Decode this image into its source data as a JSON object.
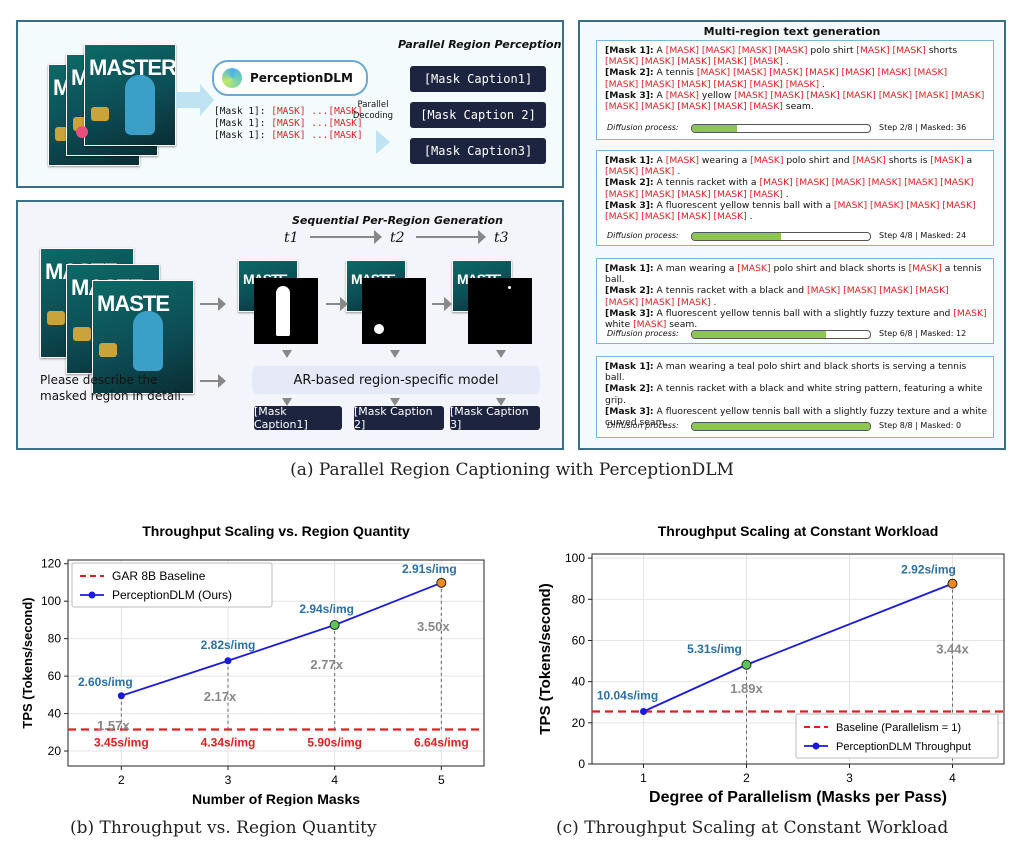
{
  "fig_a": {
    "top": {
      "title": "Parallel Region Perception",
      "model_name": "PerceptionDLM",
      "mask_lines": [
        {
          "label": "[Mask 1]:",
          "masks": "[MASK] ...[MASK]"
        },
        {
          "label": "[Mask 1]:",
          "masks": "[MASK] ...[MASK]"
        },
        {
          "label": "[Mask 1]:",
          "masks": "[MASK] ...[MASK]"
        }
      ],
      "parallel_label": "Parallel Decoding",
      "outputs": [
        "[Mask Caption1]",
        "[Mask Caption 2]",
        "[Mask Caption3]"
      ]
    },
    "bottom": {
      "title": "Sequential Per-Region Generation",
      "timesteps": [
        "t1",
        "t2",
        "t3"
      ],
      "prompt": "Please describe the masked region in detail.",
      "model": "AR-based region-specific model",
      "outputs": [
        "[Mask Caption1]",
        "[Mask Caption 2]",
        "[Mask Caption 3]"
      ]
    },
    "right": {
      "title": "Multi-region text generation",
      "diffusion_label": "Diffusion process:",
      "steps": [
        {
          "status": "Step 2/8 | Masked: 36",
          "progress": 0.25,
          "lines": [
            [
              [
                "b",
                "[Mask 1]:"
              ],
              [
                "t",
                " A "
              ],
              [
                "r",
                "[MASK] [MASK] [MASK] [MASK]"
              ],
              [
                "t",
                " polo shirt "
              ],
              [
                "r",
                "[MASK] [MASK]"
              ],
              [
                "t",
                " shorts"
              ]
            ],
            [
              [
                "r",
                "[MASK] [MASK] [MASK] [MASK] [MASK]"
              ],
              [
                "t",
                " ."
              ]
            ],
            [
              [
                "b",
                "[Mask 2]:"
              ],
              [
                "t",
                " A tennis "
              ],
              [
                "r",
                "[MASK] [MASK] [MASK] [MASK] [MASK] [MASK] [MASK]"
              ]
            ],
            [
              [
                "r",
                "[MASK] [MASK] [MASK] [MASK] [MASK] [MASK]"
              ],
              [
                "t",
                " ."
              ]
            ],
            [
              [
                "b",
                "[Mask 3]:"
              ],
              [
                "t",
                " A "
              ],
              [
                "r",
                "[MASK]"
              ],
              [
                "t",
                " yellow "
              ],
              [
                "r",
                "[MASK] [MASK] [MASK] [MASK] [MASK] [MASK] [MASK]"
              ]
            ],
            [
              [
                "r",
                "[MASK] [MASK] [MASK] [MASK] [MASK]"
              ],
              [
                "t",
                " seam."
              ]
            ]
          ]
        },
        {
          "status": "Step 4/8 | Masked: 24",
          "progress": 0.5,
          "lines": [
            [
              [
                "b",
                "[Mask 1]:"
              ],
              [
                "t",
                " A "
              ],
              [
                "r",
                "[MASK]"
              ],
              [
                "t",
                " wearing a "
              ],
              [
                "r",
                "[MASK]"
              ],
              [
                "t",
                " polo shirt and "
              ],
              [
                "r",
                "[MASK]"
              ],
              [
                "t",
                " shorts is "
              ],
              [
                "r",
                "[MASK]"
              ],
              [
                "t",
                " a"
              ]
            ],
            [
              [
                "r",
                "[MASK] [MASK]"
              ],
              [
                "t",
                " ."
              ]
            ],
            [
              [
                "b",
                "[Mask 2]:"
              ],
              [
                "t",
                " A tennis racket with a "
              ],
              [
                "r",
                "[MASK] [MASK] [MASK] [MASK] [MASK] [MASK]"
              ]
            ],
            [
              [
                "r",
                "[MASK] [MASK] [MASK] [MASK] [MASK]"
              ],
              [
                "t",
                " ."
              ]
            ],
            [
              [
                "b",
                "[Mask 3]:"
              ],
              [
                "t",
                " A fluorescent yellow tennis ball with a "
              ],
              [
                "r",
                "[MASK] [MASK] [MASK] [MASK]"
              ]
            ],
            [
              [
                "r",
                "[MASK] [MASK] [MASK] [MASK]"
              ],
              [
                "t",
                " ."
              ]
            ]
          ]
        },
        {
          "status": "Step 6/8 | Masked: 12",
          "progress": 0.75,
          "lines": [
            [
              [
                "b",
                "[Mask 1]:"
              ],
              [
                "t",
                " A man wearing a "
              ],
              [
                "r",
                "[MASK]"
              ],
              [
                "t",
                " polo shirt and black shorts is "
              ],
              [
                "r",
                "[MASK]"
              ],
              [
                "t",
                " a tennis ball."
              ]
            ],
            [
              [
                "b",
                "[Mask 2]:"
              ],
              [
                "t",
                " A tennis racket with a black and  "
              ],
              [
                "r",
                "[MASK] [MASK] [MASK] [MASK]"
              ]
            ],
            [
              [
                "r",
                "[MASK] [MASK] [MASK]"
              ],
              [
                "t",
                " ."
              ]
            ],
            [
              [
                "b",
                "[Mask 3]:"
              ],
              [
                "t",
                " A fluorescent yellow tennis ball with a slightly fuzzy texture and "
              ],
              [
                "r",
                "[MASK]"
              ]
            ],
            [
              [
                "t",
                "white "
              ],
              [
                "r",
                "[MASK]"
              ],
              [
                "t",
                " seam."
              ]
            ]
          ]
        },
        {
          "status": "Step 8/8 | Masked: 0",
          "progress": 1.0,
          "lines": [
            [
              [
                "b",
                "[Mask 1]:"
              ],
              [
                "t",
                " A man wearing a teal polo shirt and black shorts is serving a tennis ball."
              ]
            ],
            [
              [
                "b",
                "[Mask 2]:"
              ],
              [
                "t",
                " A tennis racket with a black and white string pattern, featuring a white grip."
              ]
            ],
            [
              [
                "b",
                "[Mask 3]:"
              ],
              [
                "t",
                " A fluorescent yellow tennis ball with a slightly fuzzy texture and a white"
              ]
            ],
            [
              [
                "t",
                "curved seam."
              ]
            ]
          ]
        }
      ]
    },
    "caption": "(a) Parallel Region Captioning with PerceptionDLM"
  },
  "chart_data": [
    {
      "type": "line",
      "title": "Throughput Scaling vs. Region Quantity",
      "xlabel": "Number of Region Masks",
      "ylabel": "TPS (Tokens/second)",
      "x": [
        2,
        3,
        4,
        5
      ],
      "xlim": [
        1.5,
        5.4
      ],
      "ylim": [
        12,
        122
      ],
      "yticks": [
        20,
        40,
        60,
        80,
        100,
        120
      ],
      "series": [
        {
          "name": "PerceptionDLM (Ours)",
          "values": [
            49.5,
            68.2,
            87.3,
            109.8
          ],
          "color": "#1a1adc"
        },
        {
          "name": "GAR 8B Baseline",
          "constant": 31.5,
          "color": "#e02020"
        }
      ],
      "point_colors": [
        "#1a1adc",
        "#1a1adc",
        "#5cc55c",
        "#f08a24"
      ],
      "upper_labels": [
        "2.60s/img",
        "2.82s/img",
        "2.94s/img",
        "2.91s/img"
      ],
      "speedups": [
        "1.57x",
        "2.17x",
        "2.77x",
        "3.50x"
      ],
      "baseline_labels": [
        "3.45s/img",
        "4.34s/img",
        "5.90s/img",
        "6.64s/img"
      ],
      "legend": "top-left",
      "grid": true,
      "caption": "(b) Throughput vs. Region Quantity"
    },
    {
      "type": "line",
      "title": "Throughput Scaling at Constant Workload",
      "xlabel": "Degree of Parallelism (Masks per Pass)",
      "ylabel": "TPS (Tokens/second)",
      "x": [
        1,
        2,
        4
      ],
      "xlim": [
        0.5,
        4.5
      ],
      "ylim": [
        0,
        102
      ],
      "xticks": [
        1,
        2,
        3,
        4
      ],
      "yticks": [
        0,
        20,
        40,
        60,
        80,
        100
      ],
      "series": [
        {
          "name": "PerceptionDLM Throughput",
          "values": [
            25.5,
            48.2,
            87.6
          ],
          "color": "#1a1adc"
        },
        {
          "name": "Baseline (Parallelism = 1)",
          "constant": 25.5,
          "color": "#e02020"
        }
      ],
      "point_colors": [
        "#1a1adc",
        "#5cc55c",
        "#f08a24"
      ],
      "upper_labels": [
        "10.04s/img",
        "5.31s/img",
        "2.92s/img"
      ],
      "speedups": [
        "",
        "1.89x",
        "3.44x"
      ],
      "legend": "bottom-right",
      "grid": true,
      "caption": "(c) Throughput Scaling at Constant Workload"
    }
  ]
}
